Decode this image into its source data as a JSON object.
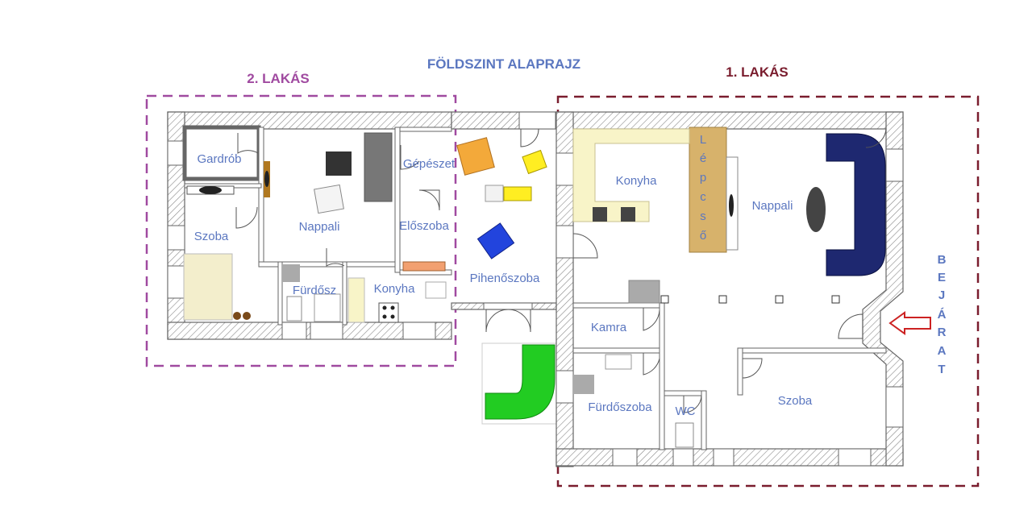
{
  "title": "FÖLDSZINT ALAPRAJZ",
  "apartments": {
    "apt2": {
      "label": "2. LAKÁS",
      "color": "#a04aa0"
    },
    "apt1": {
      "label": "1. LAKÁS",
      "color": "#7a1d2e"
    }
  },
  "rooms": {
    "gardrob": "Gardrób",
    "szoba2": "Szoba",
    "nappali2": "Nappali",
    "gepeszet": "Gépészet",
    "eloszoba": "Előszoba",
    "furdo2": "Fürdősz",
    "konyha2": "Konyha",
    "pihenoszoba": "Pihenőszoba",
    "konyha1": "Konyha",
    "nappali1": "Nappali",
    "kamra": "Kamra",
    "furdo1": "Fürdőszoba",
    "wc": "WC",
    "szoba1": "Szoba"
  },
  "stairs": {
    "letters": [
      "L",
      "é",
      "p",
      "c",
      "s",
      "ő"
    ]
  },
  "entrance": {
    "letters": [
      "B",
      "E",
      "J",
      "Á",
      "R",
      "A",
      "T"
    ]
  },
  "colors": {
    "label": "#5b77c0",
    "stairs": "#d7b26b",
    "sofa_dark": "#1e2870",
    "sofa_green": "#22cc22",
    "arrow": "#cc2222"
  }
}
